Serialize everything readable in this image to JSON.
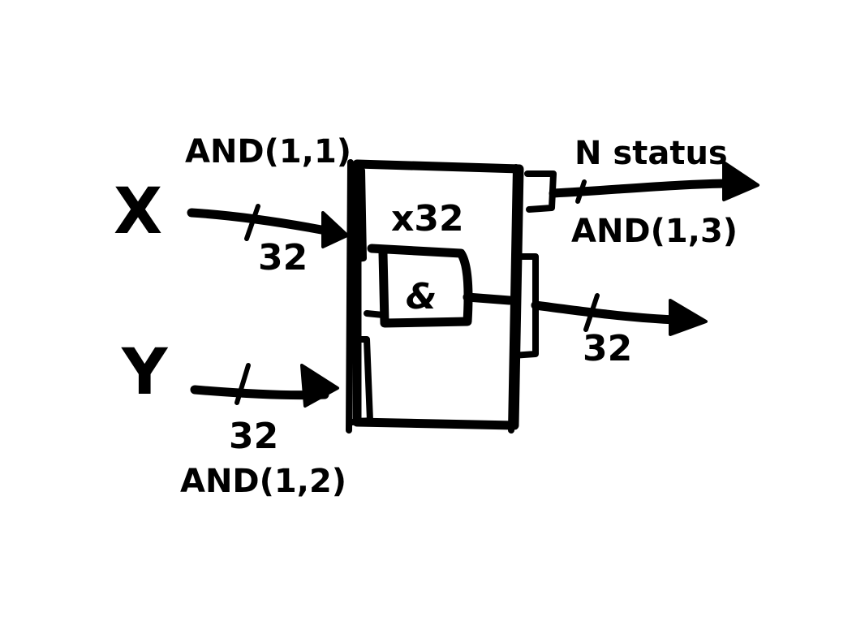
{
  "inputs": {
    "x": {
      "name": "X",
      "width": "32",
      "port": "AND(1,1)"
    },
    "y": {
      "name": "Y",
      "width": "32",
      "port": "AND(1,2)"
    }
  },
  "block": {
    "replication": "x32",
    "inner_symbol": "&"
  },
  "outputs": {
    "status": {
      "label": "N status",
      "port": "AND(1,3)"
    },
    "result": {
      "width": "32"
    }
  },
  "colors": {
    "ink": "#000000",
    "paper": "#ffffff"
  }
}
